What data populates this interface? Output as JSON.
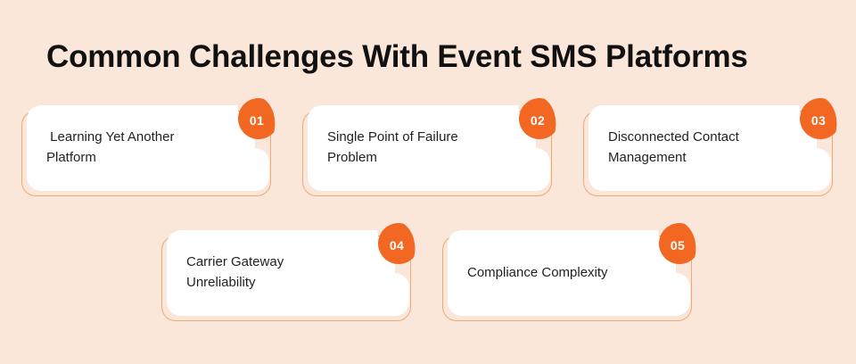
{
  "page": {
    "background_color": "#fbe6da",
    "accent_color": "#f26722",
    "outline_color": "#f0a875",
    "card_color": "#ffffff",
    "text_color": "#222222",
    "title": "Common Challenges With Event SMS Platforms"
  },
  "cards": [
    {
      "number": "01",
      "lines": [
        " Learning Yet Another",
        "Platform"
      ],
      "text": " Learning Yet Another Platform"
    },
    {
      "number": "02",
      "lines": [
        "Single Point of Failure",
        "Problem"
      ],
      "text": "Single Point of Failure Problem"
    },
    {
      "number": "03",
      "lines": [
        "Disconnected Contact",
        "Management"
      ],
      "text": "Disconnected Contact Management"
    },
    {
      "number": "04",
      "lines": [
        "Carrier Gateway",
        "Unreliability"
      ],
      "text": "Carrier Gateway Unreliability"
    },
    {
      "number": "05",
      "lines": [
        "Compliance Complexity"
      ],
      "text": "Compliance Complexity"
    }
  ]
}
